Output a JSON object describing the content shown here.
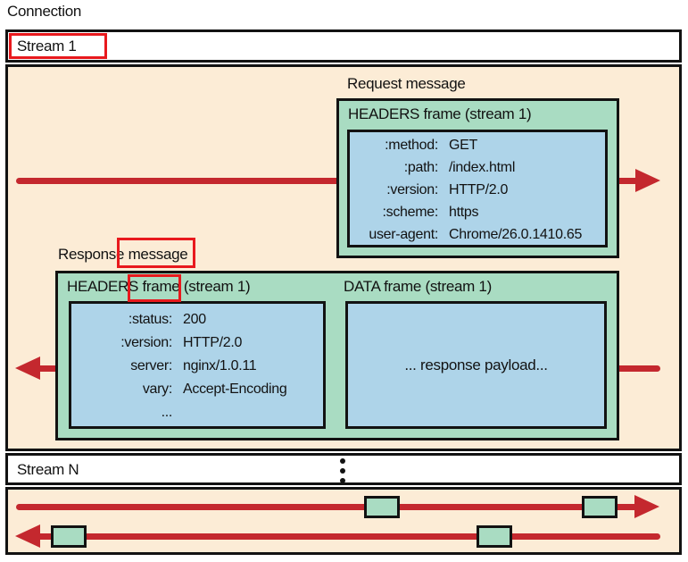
{
  "colors": {
    "peach": "#fcecd6",
    "green": "#a9dcc2",
    "blue": "#aed4e9",
    "arrow_red": "#c4282e",
    "annotation_red": "#e8191d"
  },
  "connection_label": "Connection",
  "stream1": {
    "label": "Stream 1",
    "request": {
      "label": "Request message",
      "frame_title": "HEADERS frame (stream 1)",
      "headers": [
        {
          "key": ":method:",
          "value": "GET"
        },
        {
          "key": ":path:",
          "value": "/index.html"
        },
        {
          "key": ":version:",
          "value": "HTTP/2.0"
        },
        {
          "key": ":scheme:",
          "value": "https"
        },
        {
          "key": "user-agent:",
          "value": "Chrome/26.0.1410.65"
        }
      ]
    },
    "response": {
      "label": "Response message",
      "headers_frame_title": "HEADERS frame (stream 1)",
      "data_frame_title": "DATA frame (stream 1)",
      "headers": [
        {
          "key": ":status:",
          "value": "200"
        },
        {
          "key": ":version:",
          "value": "HTTP/2.0"
        },
        {
          "key": "server:",
          "value": "nginx/1.0.11"
        },
        {
          "key": "vary:",
          "value": "Accept-Encoding"
        },
        {
          "key": "...",
          "value": ""
        }
      ],
      "payload_text": "... response payload..."
    }
  },
  "streamN": {
    "label": "Stream N",
    "ellipsis": "⋮"
  }
}
